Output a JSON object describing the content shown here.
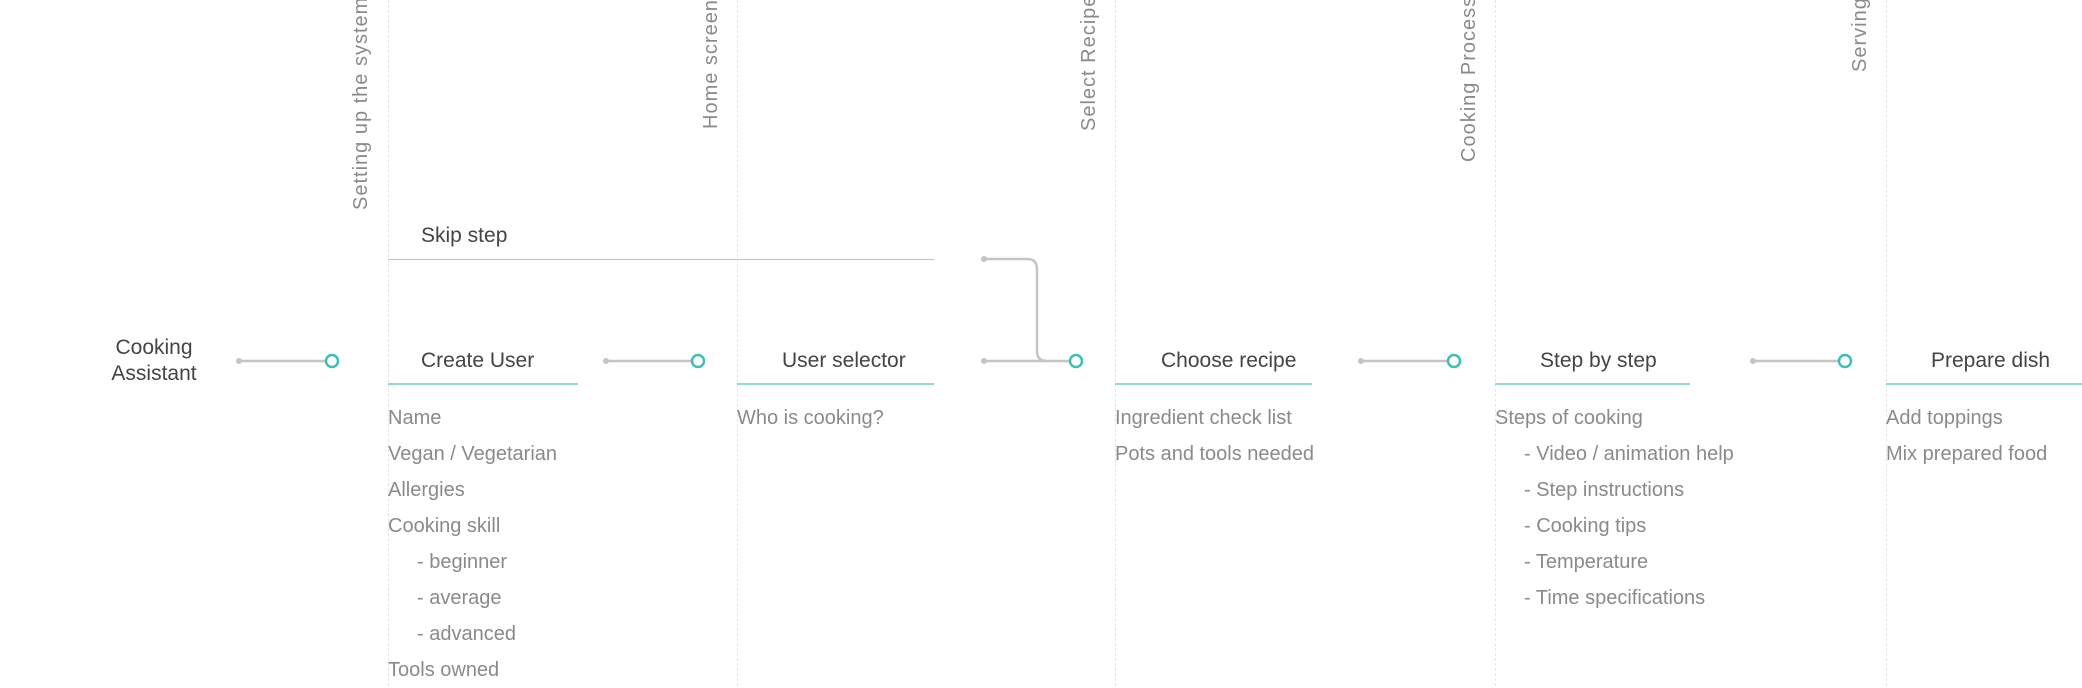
{
  "start": {
    "label_line1": "Cooking",
    "label_line2": "Assistant"
  },
  "sections": [
    "Setting up the system",
    "Home screen",
    "Select Recipe",
    "Cooking Process",
    "Serving"
  ],
  "skip": {
    "label": "Skip step"
  },
  "steps": [
    {
      "title": "Create User",
      "items": [
        "Name",
        "Vegan / Vegetarian",
        "Allergies",
        "Cooking skill",
        "- beginner",
        "- average",
        "- advanced",
        "Tools owned"
      ]
    },
    {
      "title": "User selector",
      "items": [
        "Who is cooking?"
      ]
    },
    {
      "title": "Choose recipe",
      "items": [
        "Ingredient check list",
        "Pots and tools needed"
      ]
    },
    {
      "title": "Step by step",
      "items": [
        "Steps of cooking",
        "- Video / animation help",
        "- Step instructions",
        "- Cooking tips",
        "- Temperature",
        "- Time specifications"
      ]
    },
    {
      "title": "Prepare dish",
      "items": [
        "Add toppings",
        "Mix prepared food"
      ]
    }
  ],
  "colors": {
    "accent": "#3dbfb8",
    "connector": "#c4c4c4",
    "text": "#444444",
    "muted": "#8a8a8a"
  }
}
